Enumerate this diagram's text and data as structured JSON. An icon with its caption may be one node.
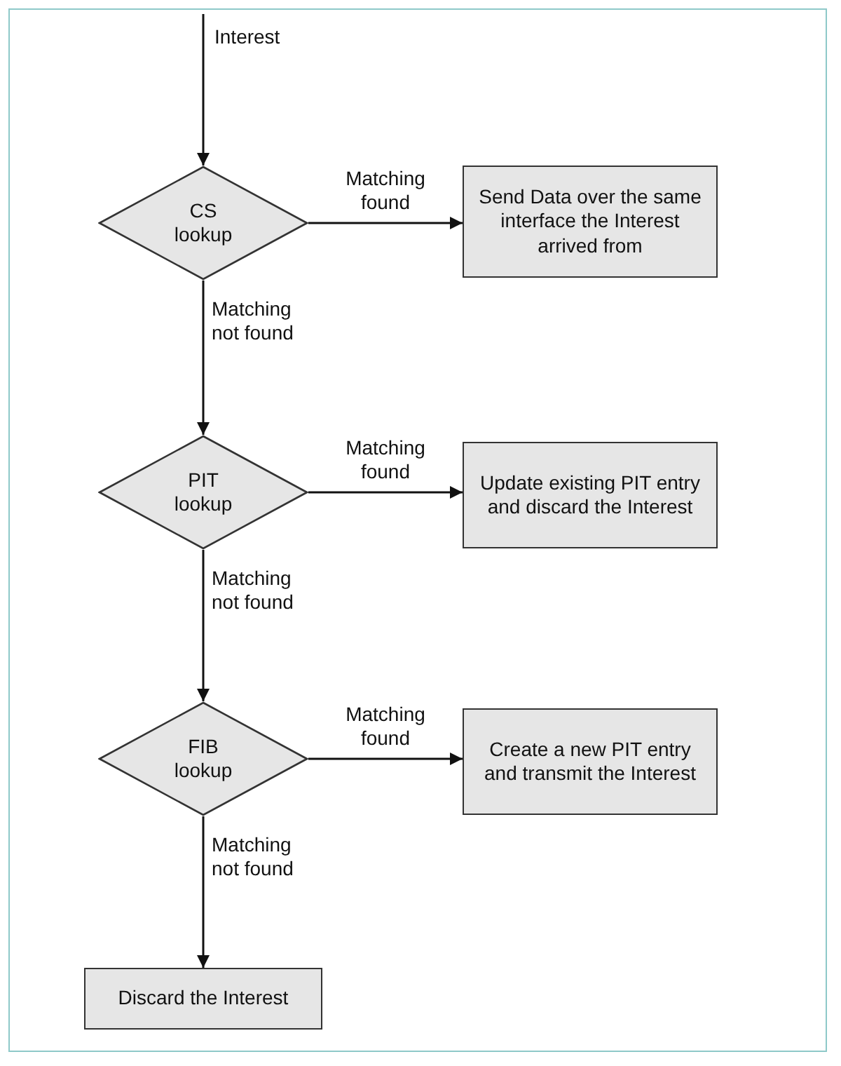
{
  "diagram": {
    "nodes": [
      {
        "text": [
          "CS lookup"
        ]
      },
      {
        "text": [
          "Send Data over the same interface the Interest arrived from"
        ]
      },
      {
        "text": [
          "PIT lookup"
        ]
      },
      {
        "text": [
          "Update existing PIT entry and discard the Interest"
        ]
      },
      {
        "text": [
          "FIB lookup"
        ]
      },
      {
        "text": [
          "Create a new PIT entry and transmit the Interest"
        ]
      },
      {
        "text": [
          "Discard the Interest"
        ]
      }
    ],
    "edges": [
      {
        "from": null,
        "to": 0,
        "arrow": "to",
        "label": "Interest"
      },
      {
        "from": 0,
        "to": 1,
        "arrow": "to",
        "label": "Matching found"
      },
      {
        "from": 0,
        "to": 2,
        "arrow": "to",
        "label": "Matching not found"
      },
      {
        "from": 2,
        "to": 3,
        "arrow": "to",
        "label": "Matching found"
      },
      {
        "from": 2,
        "to": 4,
        "arrow": "to",
        "label": "Matching not found"
      },
      {
        "from": 4,
        "to": 5,
        "arrow": "to",
        "label": "Matching found"
      },
      {
        "from": 4,
        "to": 6,
        "arrow": "to",
        "label": "Matching not found"
      }
    ]
  }
}
